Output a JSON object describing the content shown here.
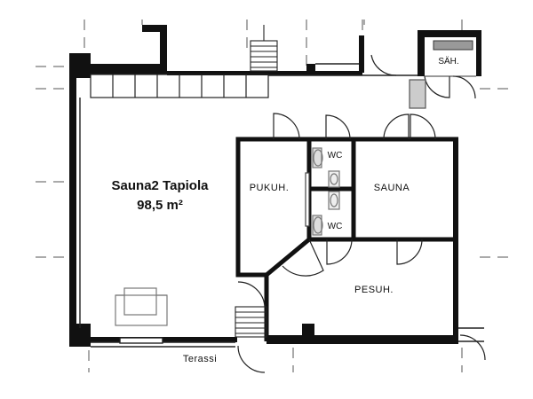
{
  "plan": {
    "title": "Sauna2 Tapiola",
    "area": "98,5 m²",
    "rooms": {
      "pukuh": "PUKUH.",
      "sauna": "SAUNA",
      "pesuh": "PESUH.",
      "wc_upper": "WC",
      "wc_lower": "WC",
      "sah": "SÄH."
    },
    "terrace": "Terassi"
  },
  "colors": {
    "wall": "#111111",
    "line": "#222222",
    "fixture": "#777777",
    "background": "#ffffff"
  }
}
